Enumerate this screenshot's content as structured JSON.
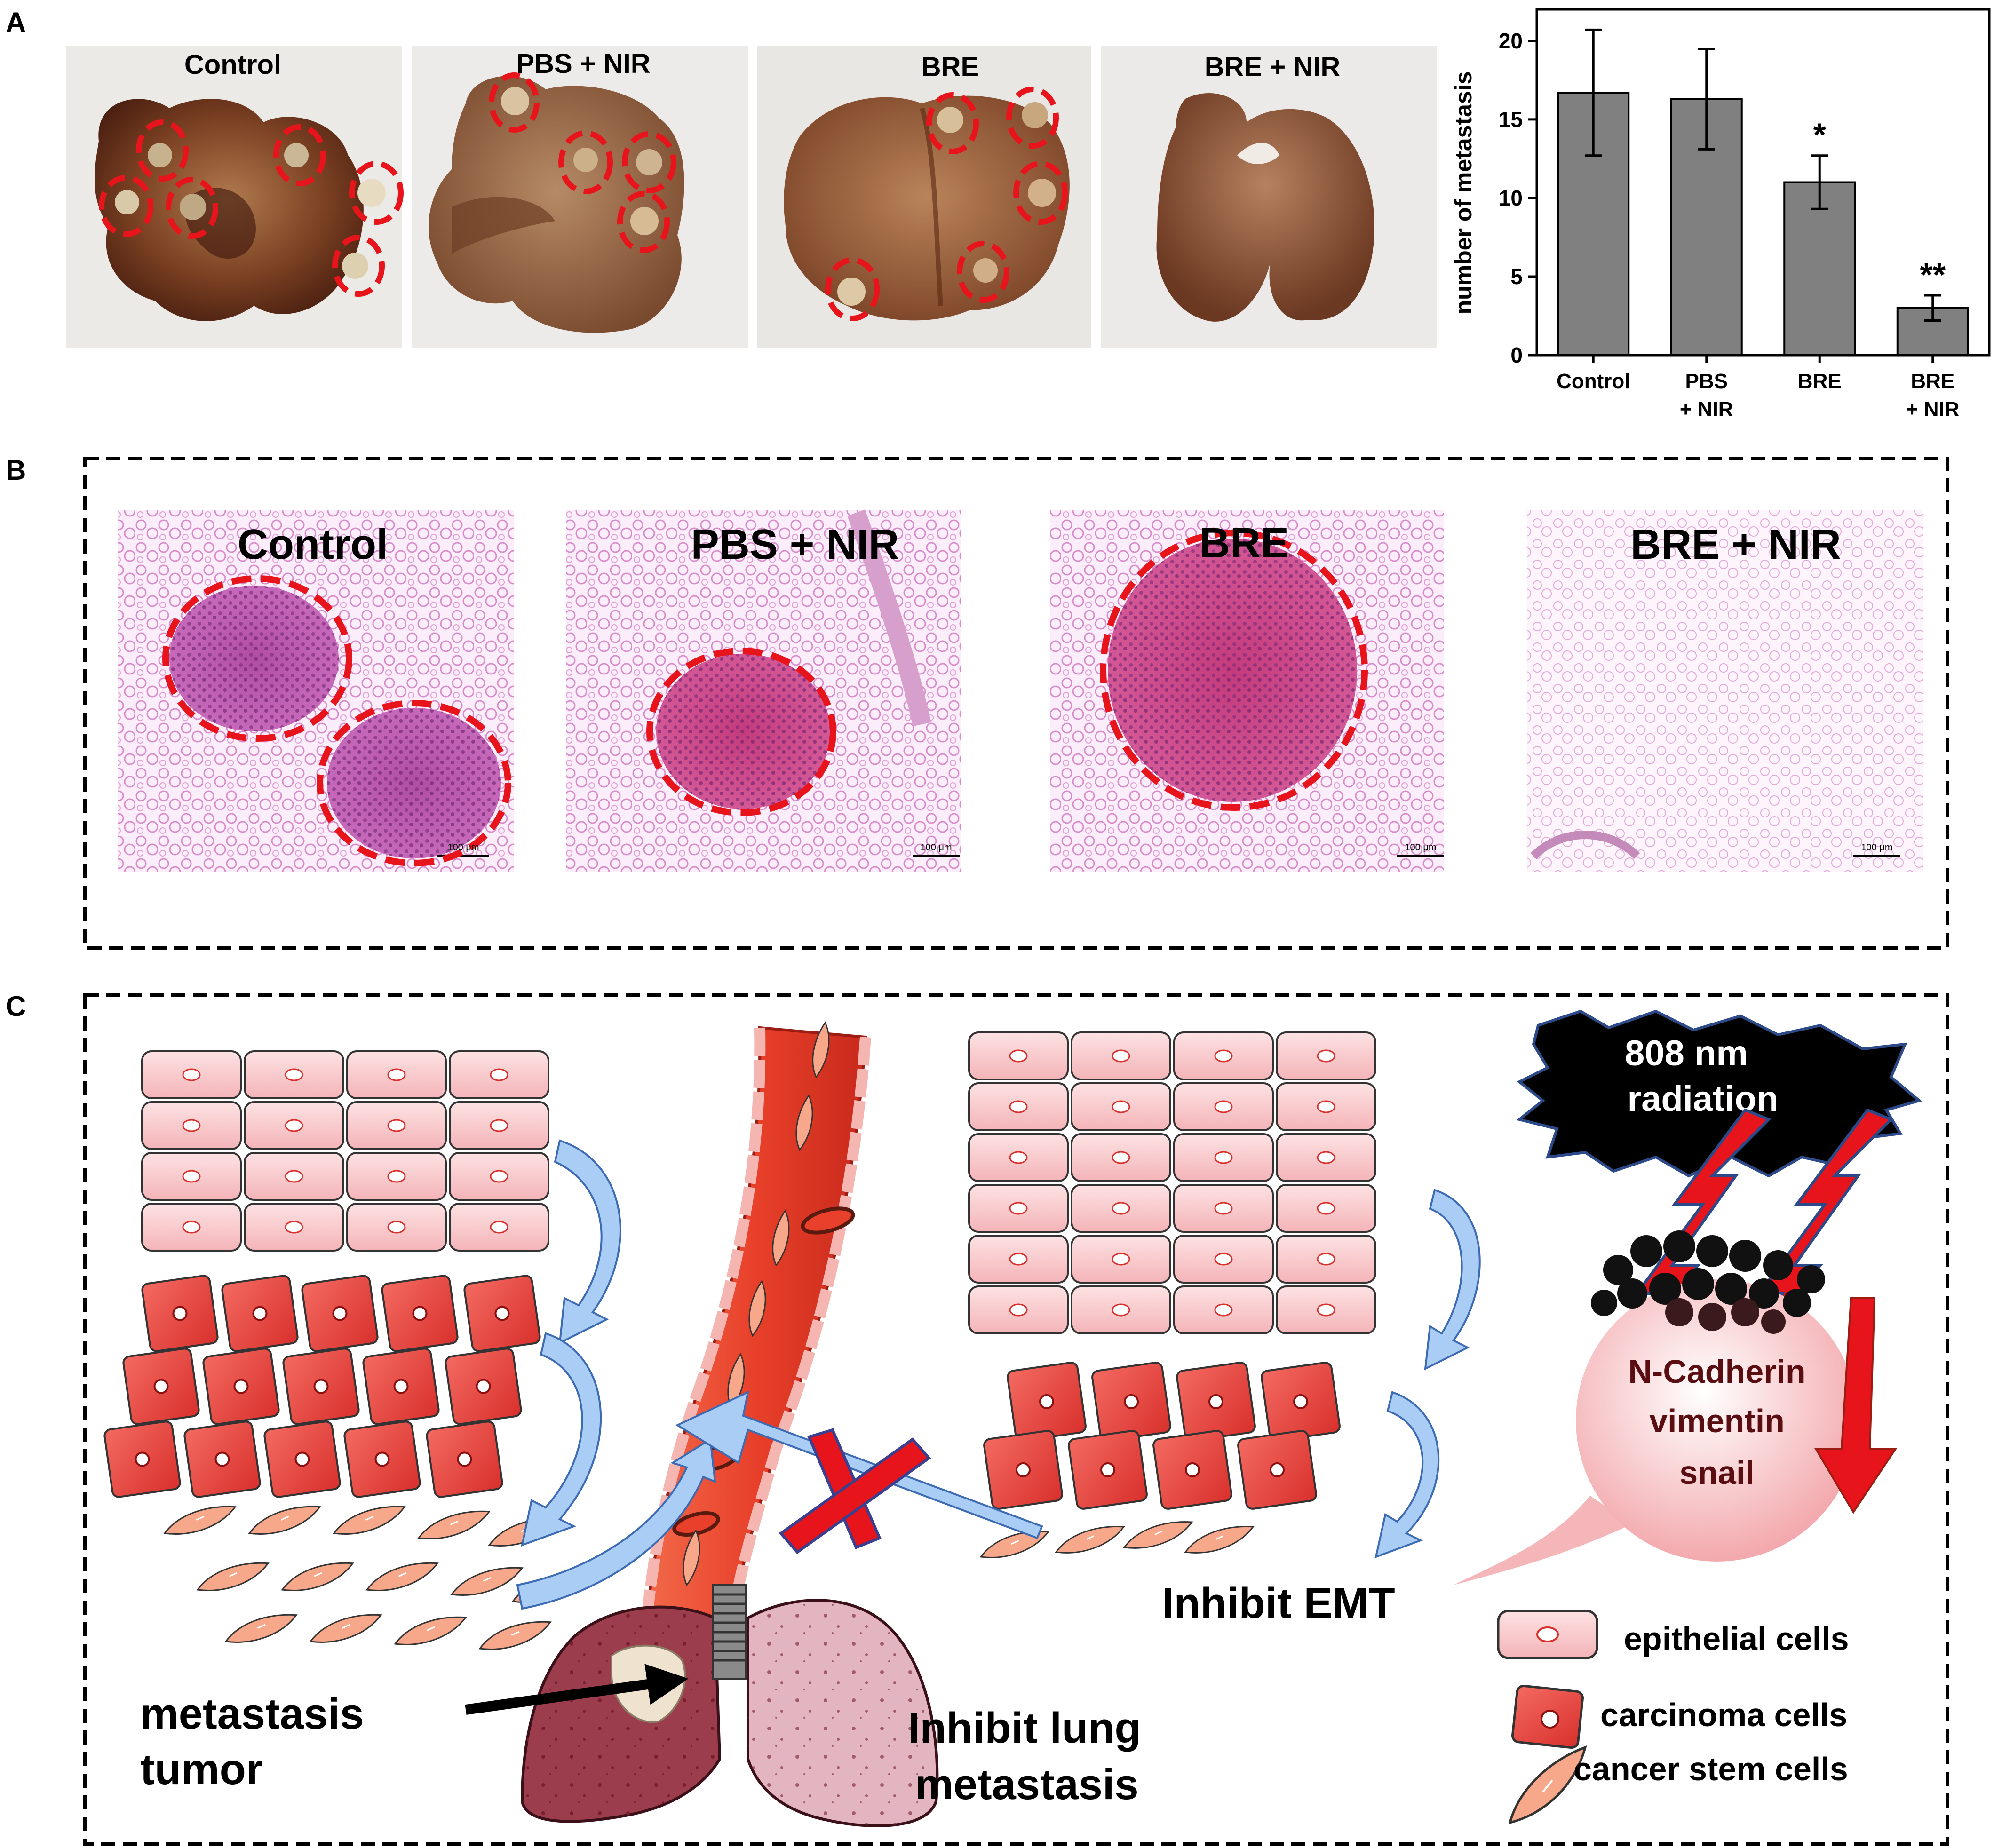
{
  "panels": {
    "a": "A",
    "b": "B",
    "c": "C"
  },
  "panel_a": {
    "photo_labels": [
      "Control",
      "PBS + NIR",
      "BRE",
      "BRE + NIR"
    ]
  },
  "chart_data": {
    "type": "bar",
    "categories": [
      [
        "Control"
      ],
      [
        "PBS",
        "+ NIR"
      ],
      [
        "BRE"
      ],
      [
        "BRE",
        "+ NIR"
      ]
    ],
    "values": [
      16.7,
      16.3,
      11.0,
      3.0
    ],
    "errors": [
      4.0,
      3.2,
      1.7,
      0.8
    ],
    "significance": [
      "",
      "",
      "*",
      "**"
    ],
    "ylabel": "number of metastasis",
    "ylim": [
      0,
      22
    ],
    "yticks": [
      0,
      5,
      10,
      15,
      20
    ],
    "bar_color": "#808080"
  },
  "panel_b": {
    "labels": [
      "Control",
      "PBS + NIR",
      "BRE",
      "BRE + NIR"
    ],
    "scale_bar": "100 μm"
  },
  "panel_c": {
    "radiation_line1": "808 nm",
    "radiation_line2": "radiation",
    "markers": [
      "N-Cadherin",
      "vimentin",
      "snail"
    ],
    "inhibit_emt": "Inhibit EMT",
    "metastasis_line1": "metastasis",
    "metastasis_line2": "tumor",
    "inhibit_lung_line1": "Inhibit lung",
    "inhibit_lung_line2": "metastasis",
    "legend": [
      "epithelial cells",
      "carcinoma cells",
      "cancer stem cells"
    ]
  },
  "colors": {
    "circle": "#e8141b",
    "epithelial": "#f7c4c6",
    "carcinoma": "#ee4b46",
    "stem": "#f7a88a",
    "vessel": "#e8402a",
    "arrow_blue": "#9dc3ef",
    "tissue": "#e7a3d6"
  }
}
